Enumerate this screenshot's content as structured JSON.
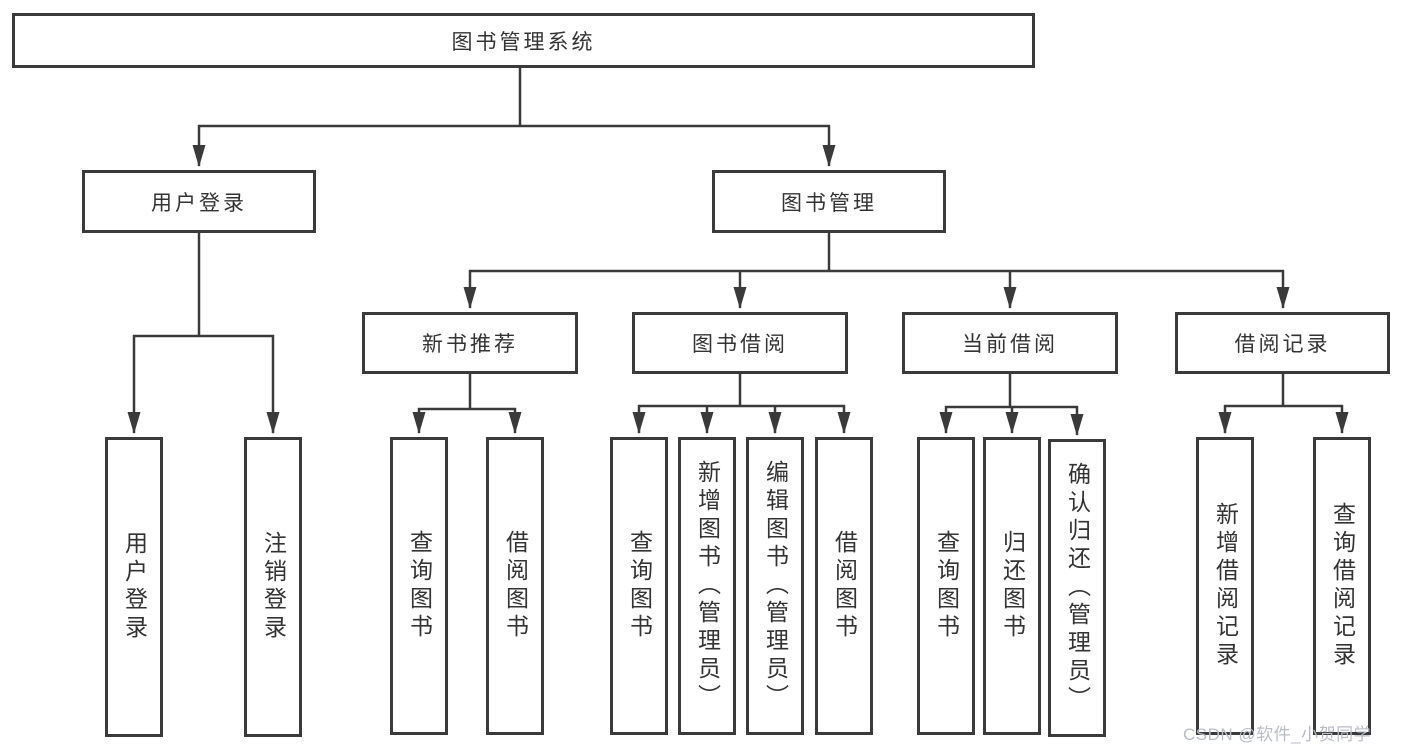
{
  "diagram": {
    "title": "图书管理系统",
    "branches": [
      {
        "label": "用户登录",
        "children": [
          {
            "label": "用户登录"
          },
          {
            "label": "注销登录"
          }
        ]
      },
      {
        "label": "图书管理",
        "children": [
          {
            "label": "新书推荐",
            "children": [
              {
                "label": "查询图书"
              },
              {
                "label": "借阅图书"
              }
            ]
          },
          {
            "label": "图书借阅",
            "children": [
              {
                "label": "查询图书"
              },
              {
                "label": "新增图书（管理员）"
              },
              {
                "label": "编辑图书（管理员）"
              },
              {
                "label": "借阅图书"
              }
            ]
          },
          {
            "label": "当前借阅",
            "children": [
              {
                "label": "查询图书"
              },
              {
                "label": "归还图书"
              },
              {
                "label": "确认归还（管理员）"
              }
            ]
          },
          {
            "label": "借阅记录",
            "children": [
              {
                "label": "新增借阅记录"
              },
              {
                "label": "查询借阅记录"
              }
            ]
          }
        ]
      }
    ]
  },
  "watermark": {
    "text": "CSDN @软件_小贺同学",
    "color": "#b9bcc6"
  },
  "colors": {
    "line": "#3a3a3a",
    "text": "#333333",
    "background": "#ffffff"
  }
}
